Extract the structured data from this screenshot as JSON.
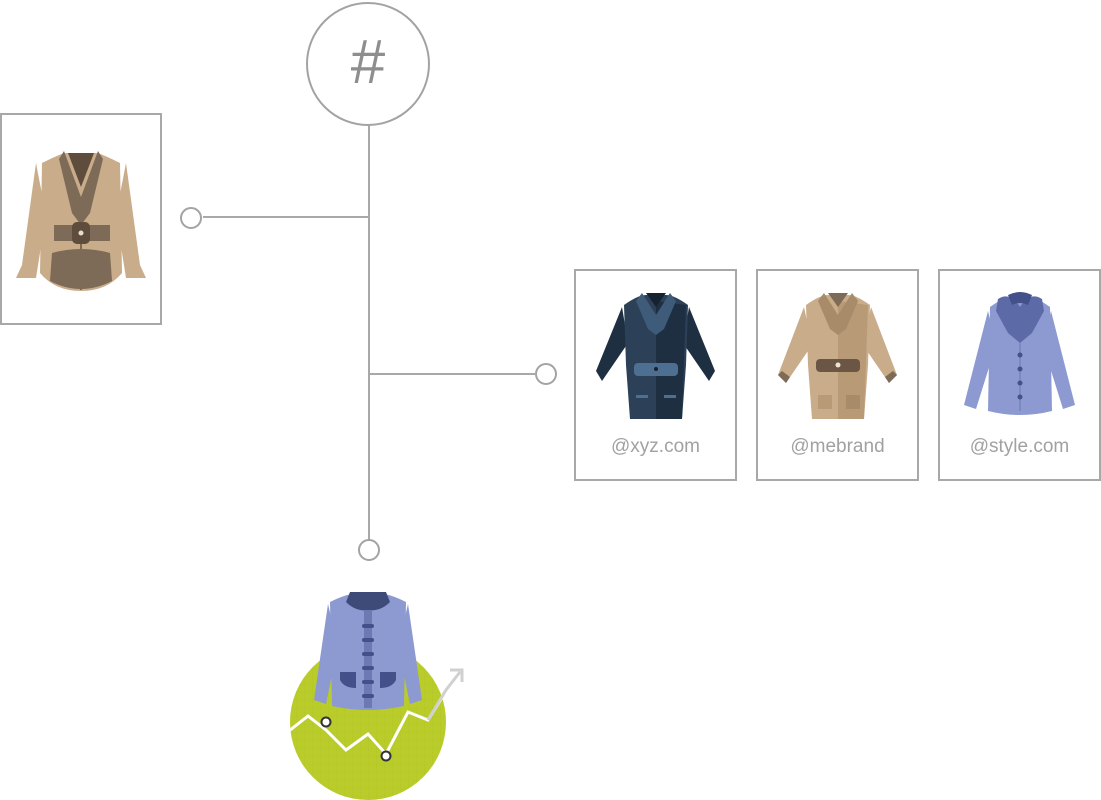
{
  "hub": {
    "symbol": "#"
  },
  "brands": [
    {
      "handle": "@xyz.com",
      "color": "#2c4158"
    },
    {
      "handle": "@mebrand",
      "color": "#c9ad8a"
    },
    {
      "handle": "@style.com",
      "color": "#8c9ad1"
    }
  ],
  "colors": {
    "line": "#a8a8a8",
    "accent_green": "#b9cc2a",
    "tan": "#c9ad8a",
    "navy": "#2c4158",
    "periwinkle": "#8c9ad1"
  },
  "icons": [
    "hash-icon",
    "tan-jacket-icon",
    "navy-coat-icon",
    "trench-coat-icon",
    "blue-coat-icon",
    "trending-jacket-icon",
    "trend-arrow-icon"
  ]
}
